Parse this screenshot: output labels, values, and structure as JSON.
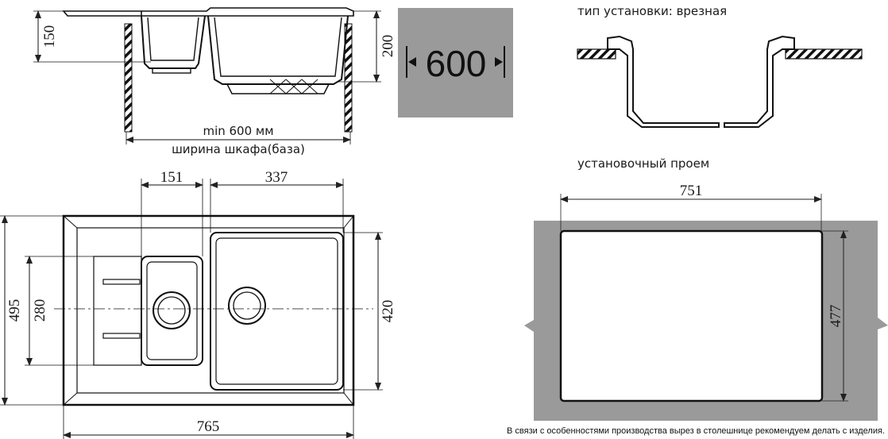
{
  "side_view": {
    "dim_left_depth": "150",
    "dim_right_depth": "200",
    "min_width": "min 600 мм",
    "cabinet_width": "ширина шкафа(база)"
  },
  "cabinet_badge": {
    "value": "600",
    "color": "#9a9a9a"
  },
  "install_type": {
    "title": "тип установки: врезная"
  },
  "cutout": {
    "title": "установочный проем",
    "width": "751",
    "height": "477",
    "fill_color": "#9a9a9a"
  },
  "top_view": {
    "small_bowl_width": "151",
    "large_bowl_width": "337",
    "overall_depth": "495",
    "small_bowl_depth": "280",
    "large_bowl_depth": "420",
    "overall_width": "765"
  },
  "footer_note": "В связи с особенностями производства вырез в столешнице рекомендуем делать с изделия."
}
